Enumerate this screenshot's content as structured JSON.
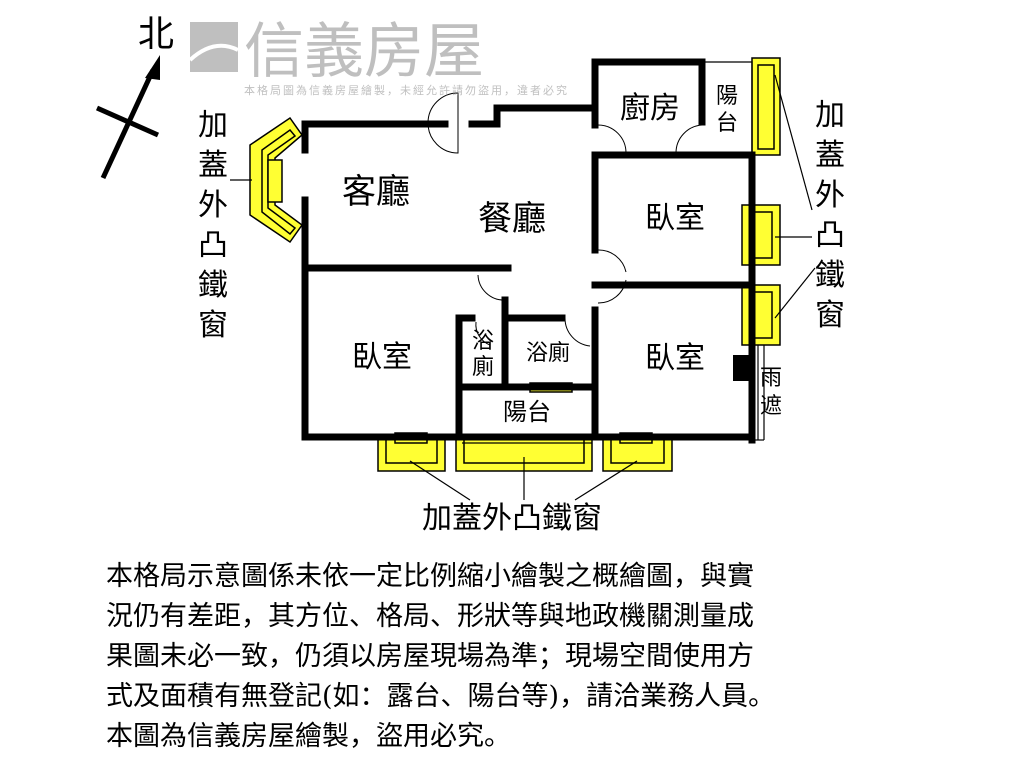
{
  "compass": {
    "label": "北"
  },
  "rooms": {
    "living": "客廳",
    "dining": "餐廳",
    "kitchen": "廚房",
    "balcony_top_1": "陽",
    "balcony_top_2": "台",
    "bedroom_right_top": "臥室",
    "bedroom_left": "臥室",
    "bedroom_right_bottom": "臥室",
    "bath_small_1": "浴",
    "bath_small_2": "廁",
    "bath": "浴廁",
    "balcony_bottom": "陽台",
    "canopy_1": "雨",
    "canopy_2": "遮"
  },
  "annotations": {
    "left_window": [
      "加",
      "蓋",
      "外",
      "凸",
      "鐵",
      "窗"
    ],
    "right_window": [
      "加",
      "蓋",
      "外",
      "凸",
      "鐵",
      "窗"
    ],
    "bottom_window": "加蓋外凸鐵窗"
  },
  "watermark": {
    "brand": "信義房屋",
    "notice": "本格局圖為信義房屋繪製，未經允許請勿盜用，違者必究"
  },
  "disclaimer": [
    "本格局示意圖係未依一定比例縮小繪製之概繪圖，與實",
    "況仍有差距，其方位、格局、形狀等與地政機關測量成",
    "果圖未必一致，仍須以房屋現場為準；現場空間使用方",
    "式及面積有無登記(如：露台、陽台等)，請洽業務人員。",
    "本圖為信義房屋繪製，盜用必究。"
  ],
  "colors": {
    "wall": "#000000",
    "window": "#ffff33",
    "watermark": "#8c8c8c"
  }
}
